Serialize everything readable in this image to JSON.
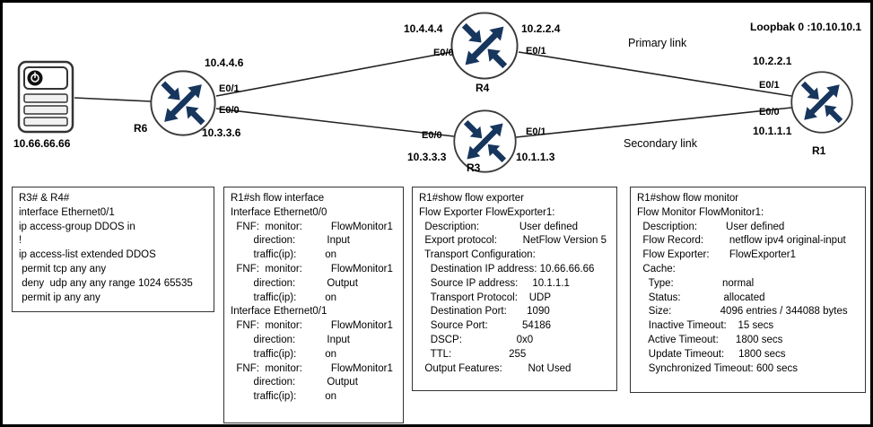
{
  "topology": {
    "host": {
      "ip": "10.66.66.66"
    },
    "r6": {
      "name": "R6",
      "ip_top": "10.4.4.6",
      "if_top": "E0/1",
      "if_bottom": "E0/0",
      "ip_bottom": "10.3.3.6"
    },
    "r4": {
      "name": "R4",
      "ip_left": "10.4.4.4",
      "if_left": "E0/0",
      "ip_right": "10.2.2.4",
      "if_right": "E0/1"
    },
    "r3": {
      "name": "R3",
      "if_left": "E0/0",
      "ip_left": "10.3.3.3",
      "if_right": "E0/1",
      "ip_right": "10.1.1.3"
    },
    "r1": {
      "name": "R1",
      "loopback": "Loopbak 0 :10.10.10.1",
      "ip_top": "10.2.2.1",
      "if_top": "E0/1",
      "if_bottom": "E0/0",
      "ip_bottom": "10.1.1.1"
    },
    "links": {
      "primary": "Primary link",
      "secondary": "Secondary link"
    }
  },
  "boxes": {
    "acl": {
      "lines": [
        "R3# & R4#",
        "interface Ethernet0/1",
        "ip access-group DDOS in",
        "!",
        "ip access-list extended DDOS",
        " permit tcp any any",
        " deny  udp any any range 1024 65535",
        " permit ip any any"
      ]
    },
    "flow_interface": {
      "lines": [
        "R1#sh flow interface",
        "Interface Ethernet0/0",
        "  FNF:  monitor:          FlowMonitor1",
        "        direction:           Input",
        "        traffic(ip):          on",
        "  FNF:  monitor:          FlowMonitor1",
        "        direction:           Output",
        "        traffic(ip):          on",
        "Interface Ethernet0/1",
        "  FNF:  monitor:          FlowMonitor1",
        "        direction:           Input",
        "        traffic(ip):          on",
        "  FNF:  monitor:          FlowMonitor1",
        "        direction:           Output",
        "        traffic(ip):          on"
      ]
    },
    "flow_exporter": {
      "lines": [
        "R1#show flow exporter",
        "Flow Exporter FlowExporter1:",
        "  Description:              User defined",
        "  Export protocol:         NetFlow Version 5",
        "  Transport Configuration:",
        "    Destination IP address: 10.66.66.66",
        "    Source IP address:     10.1.1.1",
        "    Transport Protocol:    UDP",
        "    Destination Port:       1090",
        "    Source Port:            54186",
        "    DSCP:                   0x0",
        "    TTL:                    255",
        "  Output Features:         Not Used"
      ]
    },
    "flow_monitor": {
      "lines": [
        "R1#show flow monitor",
        "Flow Monitor FlowMonitor1:",
        "  Description:          User defined",
        "  Flow Record:         netflow ipv4 original-input",
        "  Flow Exporter:       FlowExporter1",
        "  Cache:",
        "    Type:                 normal",
        "    Status:               allocated",
        "    Size:                 4096 entries / 344088 bytes",
        "    Inactive Timeout:    15 secs",
        "    Active Timeout:      1800 secs",
        "    Update Timeout:     1800 secs",
        "    Synchronized Timeout: 600 secs"
      ]
    }
  }
}
